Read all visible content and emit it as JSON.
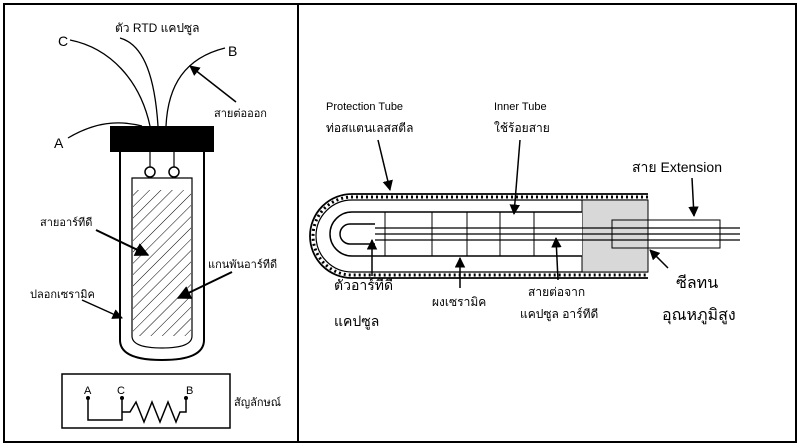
{
  "left_panel": {
    "title": "ตัว RTD แคปซูล",
    "wire_c": "C",
    "wire_b": "B",
    "wire_a": "A",
    "lead_wire": "สายต่อออก",
    "rtd_wire": "สายอาร์ทีดี",
    "mandrel": "แกนพันอาร์ทีดี",
    "ceramic_sleeve": "ปลอกเซรามิค",
    "symbol_caption": "สัญลักษณ์",
    "symbol_a": "A",
    "symbol_c": "C",
    "symbol_b": "B"
  },
  "right_panel": {
    "protection_tube_en": "Protection Tube",
    "protection_tube_th": "ท่อสแตนเลสสตีล",
    "inner_tube_en": "Inner Tube",
    "inner_tube_th": "ใช้ร้อยสาย",
    "extension_wire": "สาย Extension",
    "rtd_element_1": "ตัวอาร์ทีดี",
    "rtd_element_2": "แคปซูล",
    "ceramic_powder": "ผงเซรามิค",
    "capsule_lead_1": "สายต่อจาก",
    "capsule_lead_2": "แคปซูล อาร์ทีดี",
    "seal_1": "ซีลทน",
    "seal_2": "อุณหภูมิสูง"
  }
}
